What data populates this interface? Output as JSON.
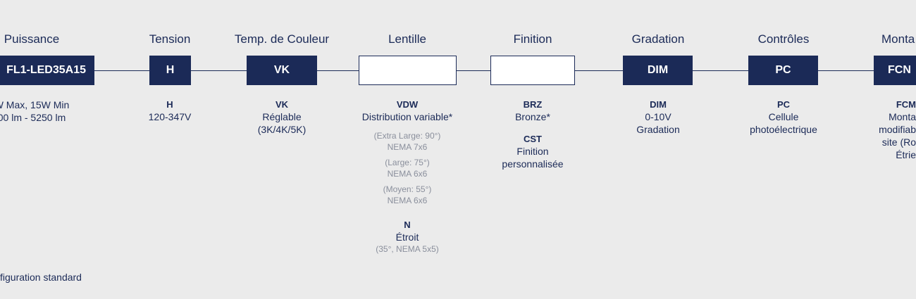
{
  "colors": {
    "navy": "#1b2a57",
    "background": "#ebebeb",
    "muted": "#8a8f9c"
  },
  "columns": [
    {
      "header": "Puissance",
      "box": "FL1-LED35A15",
      "options": [
        {
          "desc": "W Max, 15W Min"
        },
        {
          "desc": "00 lm  - 5250 lm"
        }
      ]
    },
    {
      "header": "Tension",
      "box": "H",
      "options": [
        {
          "code": "H",
          "desc": "120-347V"
        }
      ]
    },
    {
      "header": "Temp. de Couleur",
      "box": "VK",
      "options": [
        {
          "code": "VK",
          "desc": "Réglable",
          "desc2": "(3K/4K/5K)"
        }
      ]
    },
    {
      "header": "Lentille",
      "box": "",
      "options": [
        {
          "code": "VDW",
          "desc": "Distribution variable*"
        },
        {
          "note": "(Extra Large: 90°)",
          "note2": "NEMA 7x6"
        },
        {
          "note": "(Large: 75°)",
          "note2": "NEMA 6x6"
        },
        {
          "note": "(Moyen: 55°)",
          "note2": "NEMA 6x6"
        },
        {
          "code": "N",
          "desc": "Étroit",
          "note": "(35°, NEMA 5x5)"
        }
      ]
    },
    {
      "header": "Finition",
      "box": "",
      "options": [
        {
          "code": "BRZ",
          "desc": "Bronze*"
        },
        {
          "code": "CST",
          "desc": "Finition",
          "desc2": "personnalisée"
        }
      ]
    },
    {
      "header": "Gradation",
      "box": "DIM",
      "options": [
        {
          "code": "DIM",
          "desc": "0-10V",
          "desc2": "Gradation"
        }
      ]
    },
    {
      "header": "Contrôles",
      "box": "PC",
      "options": [
        {
          "code": "PC",
          "desc": "Cellule",
          "desc2": "photoélectrique"
        }
      ]
    },
    {
      "header": "Monta",
      "box": "FCN",
      "options": [
        {
          "code": "FCM",
          "desc": "Monta",
          "desc2": "modifiab",
          "desc3": "site (Ro",
          "desc4": "Étrie"
        }
      ]
    }
  ],
  "footnote": "figuration standard"
}
